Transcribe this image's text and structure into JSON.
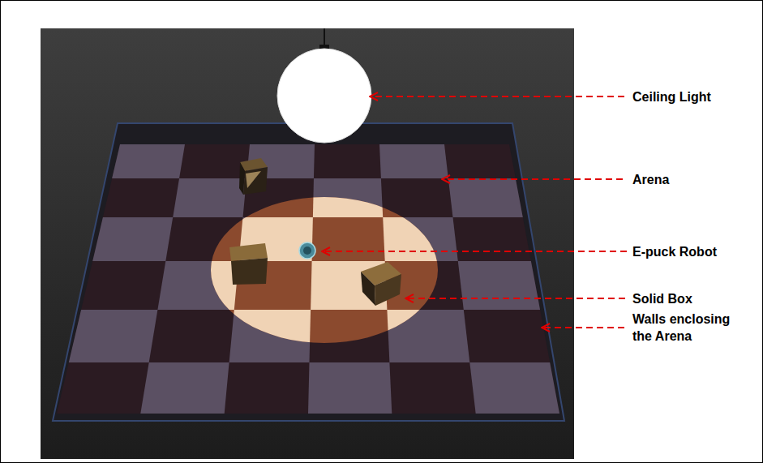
{
  "diagram": {
    "labels": [
      "Ceiling Light",
      "Arena",
      "E-puck Robot",
      "Solid Box",
      "Walls enclosing the Arena"
    ]
  }
}
